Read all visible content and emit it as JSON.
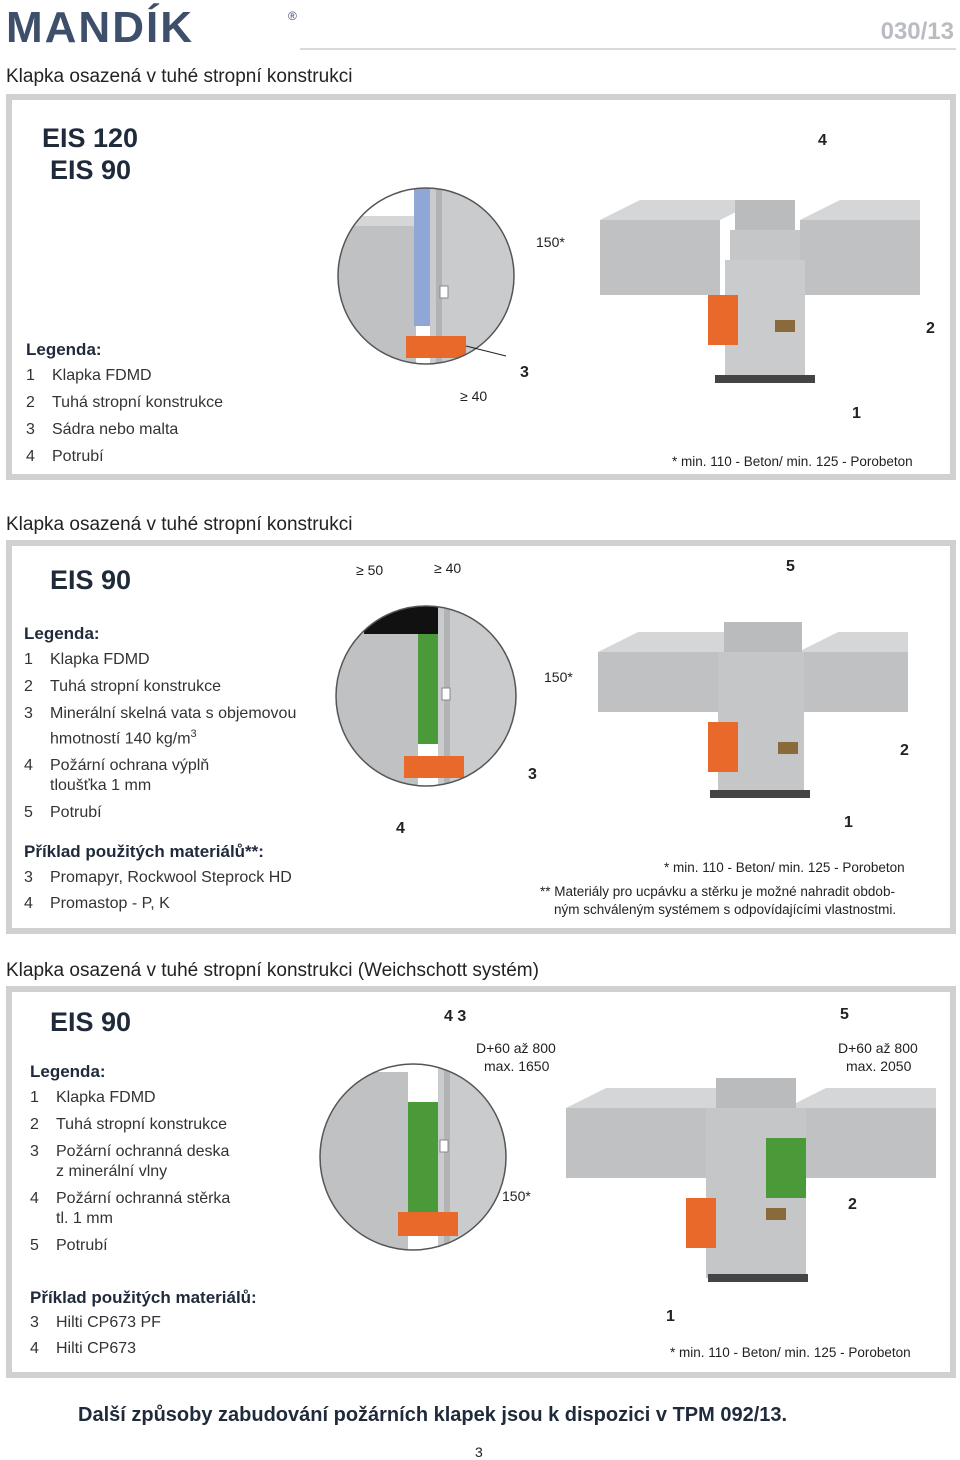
{
  "header": {
    "logo_text": "MANDÍK",
    "registered_mark": "®",
    "doc_number": "030/13"
  },
  "sections": [
    {
      "title": "Klapka osazená v tuhé stropní konstrukci",
      "classes": [
        "EIS 120",
        "EIS 90"
      ],
      "legend_title": "Legenda:",
      "legend": [
        {
          "n": "1",
          "text": "Klapka FDMD"
        },
        {
          "n": "2",
          "text": "Tuhá stropní konstrukce"
        },
        {
          "n": "3",
          "text": "Sádra nebo malta"
        },
        {
          "n": "4",
          "text": "Potrubí"
        }
      ],
      "callouts": [
        "4",
        "3",
        "2",
        "1"
      ],
      "dims": [
        "150*",
        "≥ 40"
      ],
      "footnote": "* min. 110 - Beton/ min. 125 - Porobeton"
    },
    {
      "title": "Klapka osazená v tuhé stropní konstrukci",
      "classes": [
        "EIS 90"
      ],
      "legend_title": "Legenda:",
      "legend": [
        {
          "n": "1",
          "text": "Klapka FDMD"
        },
        {
          "n": "2",
          "text": "Tuhá stropní konstrukce"
        },
        {
          "n": "3",
          "text": "Minerální skelná vata s objemovou",
          "text2": "hmotností 140 kg/m",
          "sup": "3"
        },
        {
          "n": "4",
          "text": "Požární ochrana výplň",
          "text2": "tloušťka 1 mm"
        },
        {
          "n": "5",
          "text": "Potrubí"
        }
      ],
      "materials_title": "Příklad použitých materiálů**:",
      "materials": [
        {
          "n": "3",
          "text": "Promapyr, Rockwool Steprock HD"
        },
        {
          "n": "4",
          "text": "Promastop - P, K"
        }
      ],
      "callouts": [
        "5",
        "3",
        "4",
        "2",
        "1"
      ],
      "dims": [
        "≥ 50",
        "≥ 40",
        "150*"
      ],
      "footnote": "* min. 110 - Beton/ min. 125 - Porobeton",
      "footnote2_l1": "** Materiály pro ucpávku a stěrku je možné  nahradit obdob-",
      "footnote2_l2": "ným schváleným systémem s odpovídajícími vlastnostmi."
    },
    {
      "title": "Klapka osazená v tuhé stropní konstrukci (Weichschott systém)",
      "classes": [
        "EIS 90"
      ],
      "legend_title": "Legenda:",
      "legend": [
        {
          "n": "1",
          "text": "Klapka FDMD"
        },
        {
          "n": "2",
          "text": "Tuhá stropní konstrukce"
        },
        {
          "n": "3",
          "text": "Požární ochranná deska",
          "text2": "z minerální vlny"
        },
        {
          "n": "4",
          "text": "Požární ochranná stěrka",
          "text2": "tl. 1 mm"
        },
        {
          "n": "5",
          "text": "Potrubí"
        }
      ],
      "materials_title": "Příklad použitých materiálů:",
      "materials": [
        {
          "n": "3",
          "text": "Hilti CP673 PF"
        },
        {
          "n": "4",
          "text": "Hilti CP673"
        }
      ],
      "callouts": [
        "4  3",
        "5",
        "2",
        "1"
      ],
      "dims": [
        "D+60 až 800",
        "max. 1650",
        "D+60 až 800",
        "max. 2050",
        "150*"
      ],
      "footnote": "* min. 110 - Beton/ min. 125 - Porobeton"
    }
  ],
  "footer": {
    "text": "Další způsoby zabudování požárních klapek jsou k dispozici v TPM 092/13.",
    "page": "3"
  },
  "colors": {
    "concrete": "#bfc1c3",
    "actuator": "#e8692a",
    "mineral_wool": "#4a9a3a",
    "gypsum": "#8fa6d6",
    "frame": "#cfd0d2",
    "title_navy": "#1f2a3a"
  }
}
